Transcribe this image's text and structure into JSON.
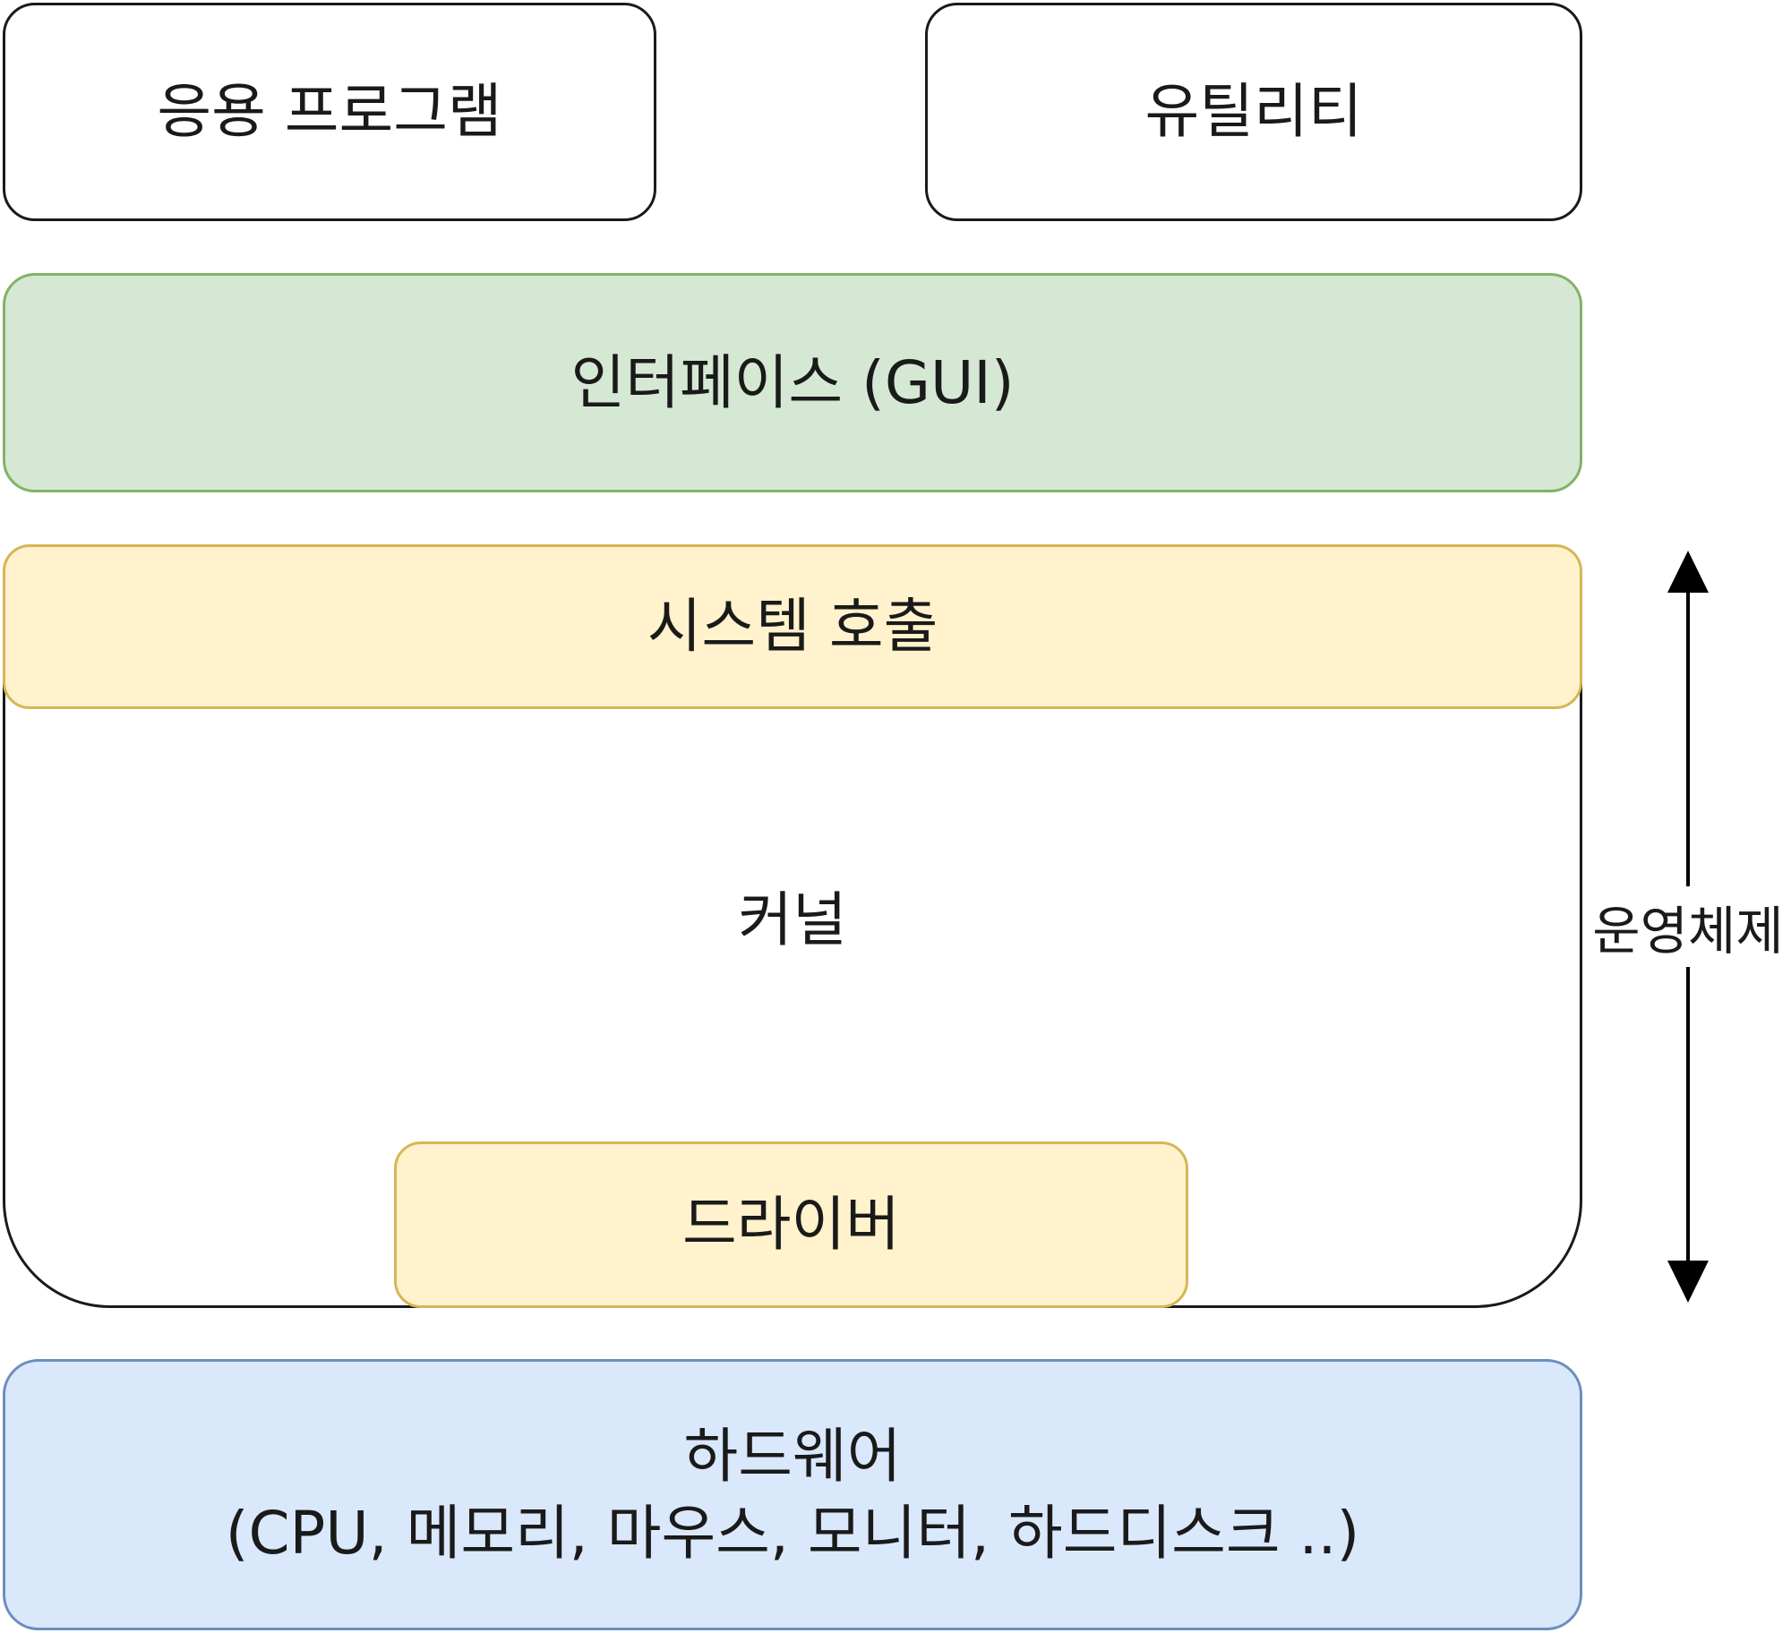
{
  "diagram": {
    "application": "응용 프로그램",
    "utility": "유틸리티",
    "interface": "인터페이스 (GUI)",
    "system_call": "시스템 호출",
    "kernel": "커널",
    "driver": "드라이버",
    "hardware": {
      "line1": "하드웨어",
      "line2": "(CPU, 메모리, 마우스, 모니터, 하드디스크 ..)"
    },
    "os_label": "운영체제"
  },
  "colors": {
    "gui_fill": "#d5e8d4",
    "gui_stroke": "#82b366",
    "yellow_fill": "#fff2cc",
    "yellow_stroke": "#d6b656",
    "blue_fill": "#dae8fc",
    "blue_stroke": "#6c8ebf"
  }
}
